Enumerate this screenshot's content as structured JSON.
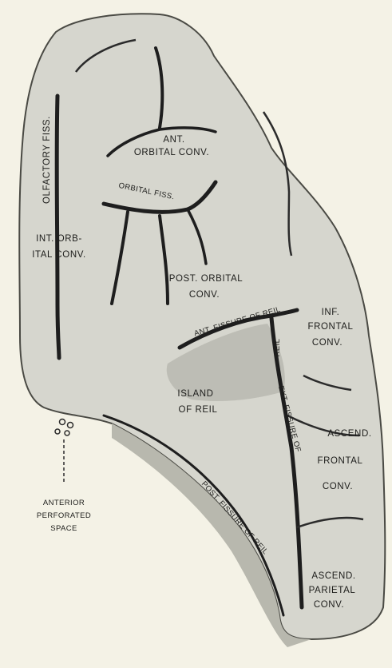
{
  "colors": {
    "background": "#f4f2e6",
    "surface": "#d6d6ce",
    "shadow": "#9c9c93",
    "fissure": "#1e1e1e"
  },
  "labels": {
    "ant_orbital_1": "ANT.",
    "ant_orbital_2": "ORBITAL CONV.",
    "orbital_fiss": "ORBITAL FISS.",
    "olfactory_fiss": "OLFACTORY FISS.",
    "int_orbital_1": "INT. ORB-",
    "int_orbital_2": "ITAL CONV.",
    "post_orbital_1": "POST. ORBITAL",
    "post_orbital_2": "CONV.",
    "ant_fissure_reil": "ANT. FISSURE OF REIL",
    "inf_frontal_1": "INF.",
    "inf_frontal_2": "FRONTAL",
    "inf_frontal_3": "CONV.",
    "island_1": "ISLAND",
    "island_2": "OF REIL",
    "reil_vertical": "REIL",
    "ext_fissure": "EXT. FISSURE OF",
    "ascend_frontal_1": "ASCEND.",
    "ascend_frontal_2": "FRONTAL",
    "ascend_frontal_3": "CONV.",
    "post_fissure": "POST. FISSURE OF REIL",
    "anterior_perf_1": "ANTERIOR",
    "anterior_perf_2": "PERFORATED",
    "anterior_perf_3": "SPACE",
    "ascend_parietal_1": "ASCEND.",
    "ascend_parietal_2": "PARIETAL",
    "ascend_parietal_3": "CONV."
  }
}
